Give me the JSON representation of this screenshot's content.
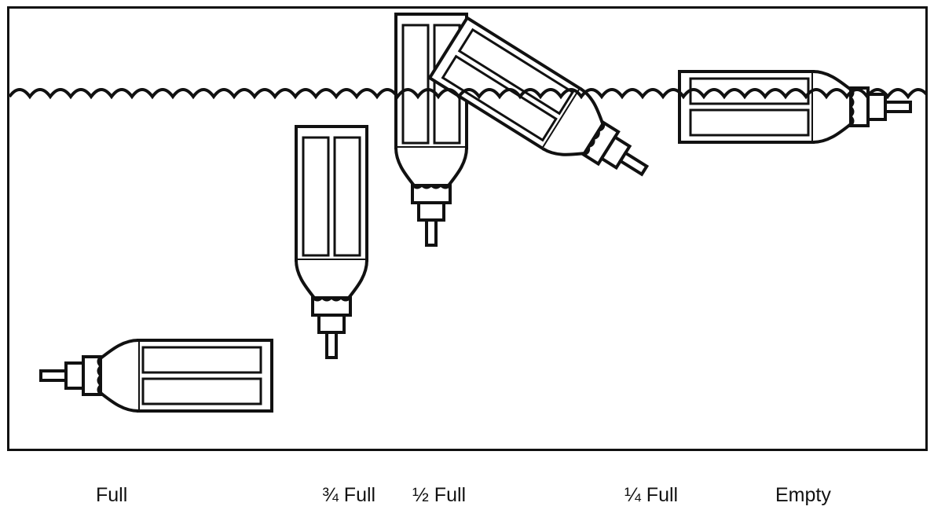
{
  "figure": {
    "labels": [
      "Full",
      "¾ Full",
      "½ Full",
      "¼ Full",
      "Empty"
    ]
  },
  "colors": {
    "ink": "#111111",
    "paper": "#ffffff"
  }
}
